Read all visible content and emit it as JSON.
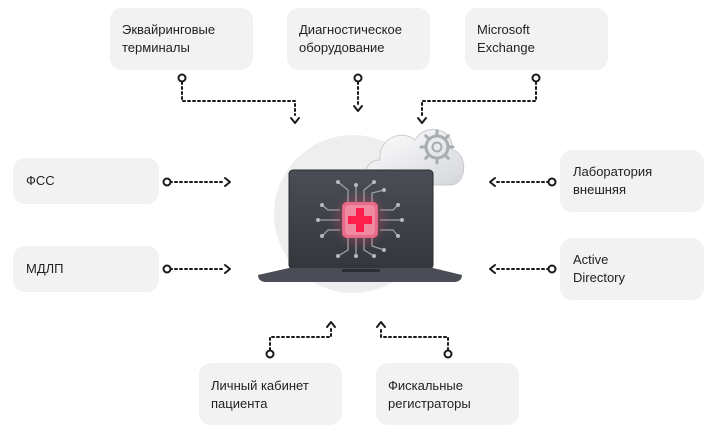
{
  "nodes": {
    "acquiring": "Эквайринговые\nтерминалы",
    "diagnostic": "Диагностическое\nоборудование",
    "exchange": "Microsoft\nExchange",
    "fss": "ФСС",
    "mdlp": "МДЛП",
    "lab": "Лаборатория\nвнешняя",
    "ad": "Active\nDirectory",
    "cabinet": "Личный кабинет\nпациента",
    "fiscal": "Фискальные\nрегистраторы"
  },
  "icons": {
    "center": "laptop-medical-chip-icon",
    "cloud": "cloud-gear-icon"
  },
  "colors": {
    "box_bg": "#f2f2f2",
    "connector": "#1a1a1a",
    "accent": "#ff2d55",
    "laptop": "#3c3f46"
  }
}
